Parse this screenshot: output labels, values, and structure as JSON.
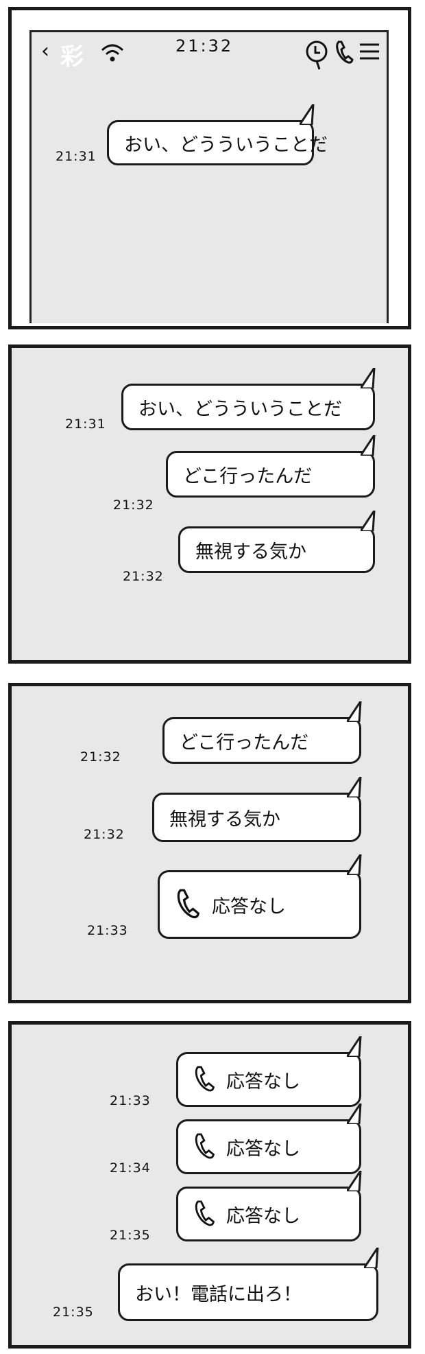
{
  "header": {
    "back_icon": "chevron-left-icon",
    "contact_name": "彩",
    "signal_icon": "wifi-icon",
    "clock": "21:32",
    "icons": [
      "search-icon",
      "phone-icon",
      "menu-icon"
    ]
  },
  "panels": [
    {
      "messages": [
        {
          "text": "おい、どうういうことだ",
          "time": "21:31"
        }
      ]
    },
    {
      "messages": [
        {
          "text": "おい、どうういうことだ",
          "time": "21:31"
        },
        {
          "text": "どこ行ったんだ",
          "time": "21:32"
        },
        {
          "text": "無視する気か",
          "time": "21:32"
        }
      ]
    },
    {
      "messages": [
        {
          "text": "どこ行ったんだ",
          "time": "21:32"
        },
        {
          "text": "無視する気か",
          "time": "21:32"
        },
        {
          "text": "応答なし",
          "time": "21:33",
          "icon": "phone-icon"
        }
      ]
    },
    {
      "messages": [
        {
          "text": "応答なし",
          "time": "21:33",
          "icon": "phone-icon"
        },
        {
          "text": "応答なし",
          "time": "21:34",
          "icon": "phone-icon"
        },
        {
          "text": "応答なし",
          "time": "21:35",
          "icon": "phone-icon"
        },
        {
          "text": "おい！電話に出ろ！",
          "time": "21:35"
        }
      ]
    }
  ]
}
